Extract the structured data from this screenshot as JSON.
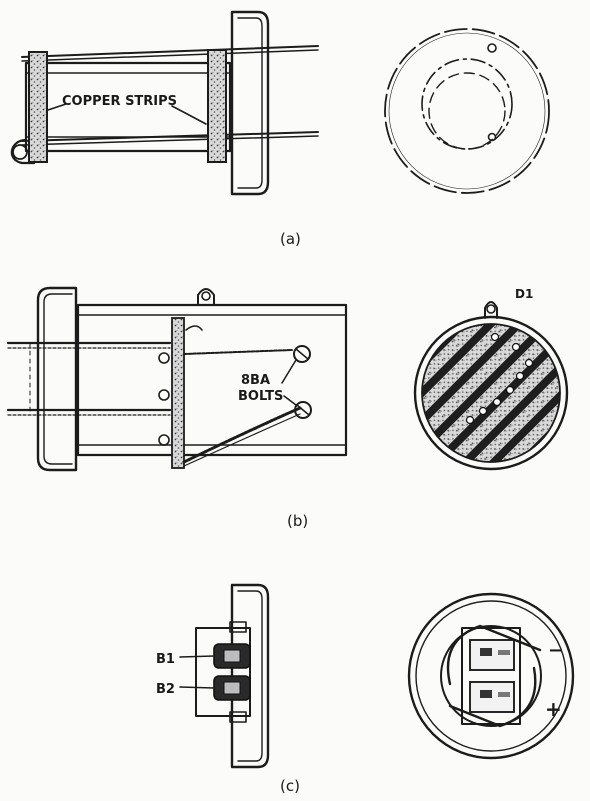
{
  "panels": {
    "a": {
      "caption": "(a)",
      "labels": {
        "copper_strips": "COPPER STRIPS"
      }
    },
    "b": {
      "caption": "(b)",
      "labels": {
        "bolts_line1": "8BA",
        "bolts_line2": "BOLTS",
        "d1": "D1"
      }
    },
    "c": {
      "caption": "(c)",
      "labels": {
        "b1": "B1",
        "b2": "B2",
        "minus": "−",
        "plus": "+"
      }
    }
  }
}
